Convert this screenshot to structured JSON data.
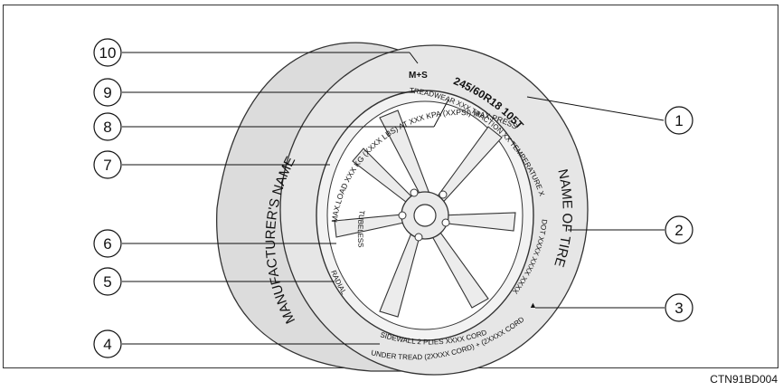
{
  "figure_code": "CTN91BD004",
  "tire_markings": {
    "speed_symbol": "M+S",
    "size": "245/60R18 105T",
    "treadwear": "TREADWEAR XXX TRACTION XX TEMPERATURE X",
    "max_load_pressure": "MAX.LOAD XXX KG (XXXX LBS) AT XXX KPA (XXPSI) MAX.PRESS",
    "manufacturer": "MANUFACTURER'S NAME",
    "tire_name": "NAME OF TIRE",
    "dot": "DOT XXXX XXXX XXXX",
    "tubeless": "TUBELESS",
    "radial": "RADIAL",
    "sidewall": "SIDEWALL 2 PLIES XXXX CORD",
    "tread": "UNDER TREAD (2XXXX CORD) + (2XXXX CORD)",
    "plies": "PLIES",
    "triangle": "▲"
  },
  "callouts": [
    {
      "number": "1"
    },
    {
      "number": "2"
    },
    {
      "number": "3"
    },
    {
      "number": "4"
    },
    {
      "number": "5"
    },
    {
      "number": "6"
    },
    {
      "number": "7"
    },
    {
      "number": "8"
    },
    {
      "number": "9"
    },
    {
      "number": "10"
    }
  ]
}
